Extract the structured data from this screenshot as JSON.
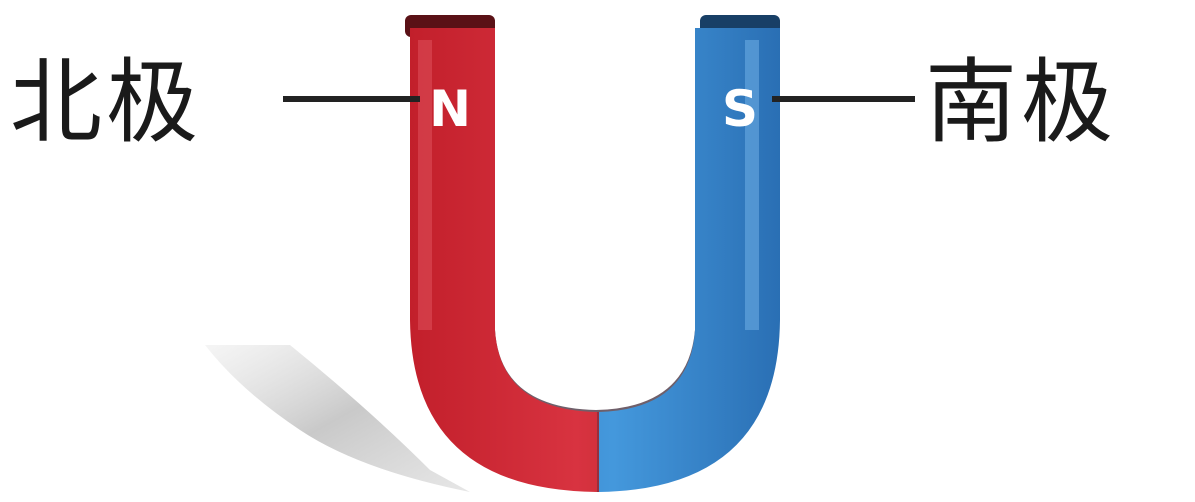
{
  "diagram": {
    "left_label": "北极",
    "right_label": "南极",
    "north_letter": "N",
    "south_letter": "S"
  },
  "colors": {
    "north": "#d42a35",
    "north_dark": "#8e1a22",
    "south": "#3a8fd6",
    "south_dark": "#1f5f9c",
    "text": "#1a1a1a",
    "leader_line": "#222222",
    "shadow": "#cfcfcf"
  }
}
